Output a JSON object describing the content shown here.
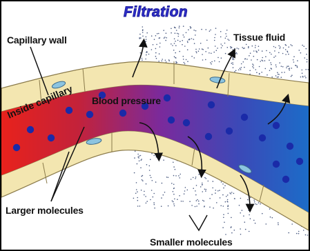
{
  "title": "Filtration",
  "labels": {
    "capillary_wall": "Capillary wall",
    "tissue_fluid": "Tissue fluid",
    "inside_capillary": "Inside capillary",
    "blood_pressure": "Blood pressure",
    "larger_molecules": "Larger molecules",
    "smaller_molecules": "Smaller molecules"
  },
  "colors": {
    "title": "#2e2ecc",
    "blood_start": "#e8221c",
    "blood_mid": "#7a2a9c",
    "blood_end": "#1c6cc8",
    "wall": "#f3e6b0",
    "molecule": "#1a2aa8",
    "tissue_dots": "#4a5a80"
  }
}
